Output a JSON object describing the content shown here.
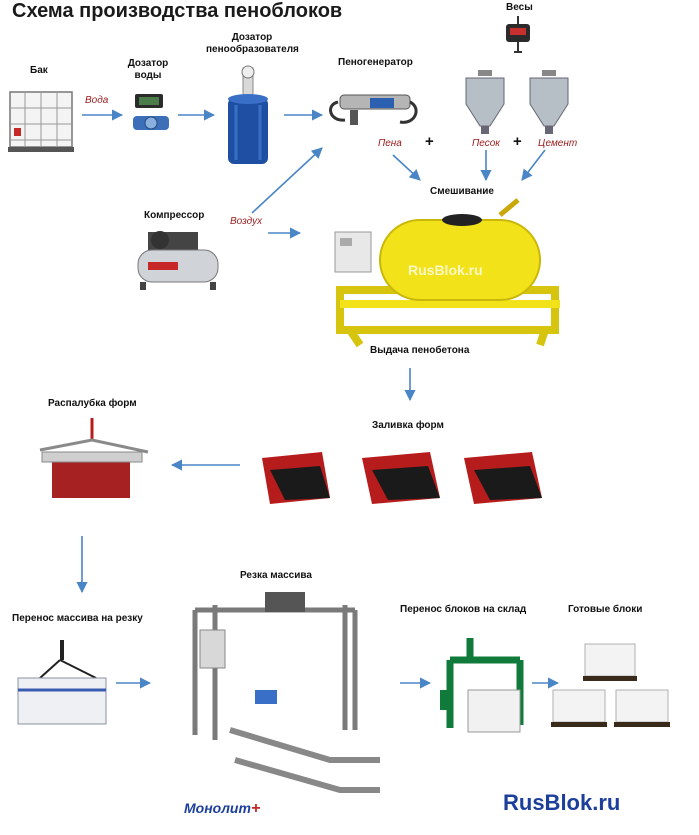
{
  "title": "Схема производства пеноблоков",
  "labels": {
    "tank": "Бак",
    "water_doser": "Дозатор воды",
    "foam_agent_doser": "Дозатор пенообразователя",
    "foam_generator": "Пеногенератор",
    "scales": "Весы",
    "compressor": "Компрессор",
    "mixing": "Смешивание",
    "concrete_output": "Выдача пенобетона",
    "form_removal": "Распалубка форм",
    "form_filling": "Заливка форм",
    "cutting": "Резка массива",
    "transfer_to_cutting": "Перенос массива на резку",
    "transfer_to_warehouse": "Перенос блоков на склад",
    "finished_blocks": "Готовые блоки"
  },
  "flows": {
    "water": "Вода",
    "air": "Воздух",
    "foam": "Пена",
    "sand": "Песок",
    "cement": "Цемент"
  },
  "plus": "+",
  "watermark": "RusBlok.ru",
  "logo": "Монолит",
  "site": "RusBlok.ru",
  "colors": {
    "arrow": "#4a86c5",
    "flow_text": "#9b1b1b",
    "mixer_yellow": "#f2e21a",
    "site_text": "#1d3f9c"
  }
}
